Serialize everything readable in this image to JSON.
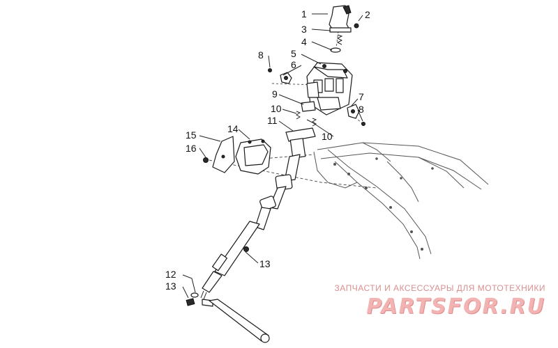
{
  "diagram": {
    "callouts": [
      {
        "id": "c1",
        "text": "1"
      },
      {
        "id": "c2",
        "text": "2"
      },
      {
        "id": "c3",
        "text": "3"
      },
      {
        "id": "c4",
        "text": "4"
      },
      {
        "id": "c5",
        "text": "5"
      },
      {
        "id": "c6",
        "text": "6"
      },
      {
        "id": "c7",
        "text": "7"
      },
      {
        "id": "c8a",
        "text": "8"
      },
      {
        "id": "c8b",
        "text": "8"
      },
      {
        "id": "c9",
        "text": "9"
      },
      {
        "id": "c10a",
        "text": "10"
      },
      {
        "id": "c10b",
        "text": "10"
      },
      {
        "id": "c11",
        "text": "11"
      },
      {
        "id": "c12",
        "text": "12"
      },
      {
        "id": "c13a",
        "text": "13"
      },
      {
        "id": "c13b",
        "text": "13"
      },
      {
        "id": "c14",
        "text": "14"
      },
      {
        "id": "c15",
        "text": "15"
      },
      {
        "id": "c16",
        "text": "16"
      }
    ]
  },
  "watermark": {
    "caption": "ЗАПЧАСТИ И АКСЕССУАРЫ ДЛЯ МОТОТЕХНИКИ",
    "logo": "PARTSFOR.RU"
  }
}
